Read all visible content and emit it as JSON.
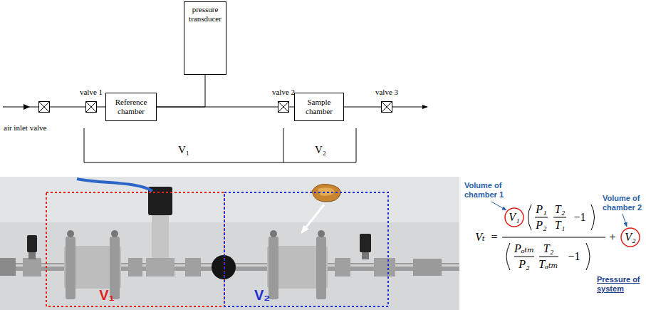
{
  "diagram": {
    "nodes": [
      {
        "text": [
          "air inlet valve"
        ]
      },
      {
        "text": [
          "valve 1"
        ]
      },
      {
        "text": [
          "Reference chamber"
        ]
      },
      {
        "text": [
          "pressure transducer"
        ]
      },
      {
        "text": [
          "valve 2"
        ]
      },
      {
        "text": [
          "Sample chamber"
        ]
      },
      {
        "text": [
          "valve 3"
        ]
      }
    ],
    "edges": [
      {
        "from": 0,
        "to": 1,
        "arrow": "none"
      },
      {
        "from": 1,
        "to": 2,
        "arrow": "none"
      },
      {
        "from": 2,
        "to": 3,
        "arrow": "none"
      },
      {
        "from": 2,
        "to": 4,
        "arrow": "none"
      },
      {
        "from": 4,
        "to": 5,
        "arrow": "none"
      },
      {
        "from": 5,
        "to": 6,
        "arrow": "none"
      }
    ],
    "labels": [
      "V₁",
      "V₂",
      "V₁",
      "V₂",
      "Volume of chamber 1",
      "Vₜ",
      "=",
      "V₁",
      "P₁",
      "P₂",
      "T₂",
      "T₁",
      "−1",
      "Pₐₜₘ",
      "P₂",
      "T₂",
      "Tₐₜₘ",
      "−1",
      "+",
      "V₂",
      "Volume of chamber 2",
      "Pressure of system"
    ]
  }
}
